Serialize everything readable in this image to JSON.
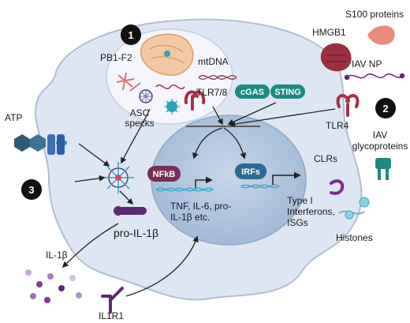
{
  "markers": {
    "one": "1",
    "two": "2",
    "three": "3"
  },
  "labels": {
    "pb1_f2": "PB1-F2",
    "mtdna": "mtDNA",
    "asc_line1": "ASC",
    "asc_line2": "specks",
    "tlr78": "TLR7/8",
    "cgas": "cGAS",
    "sting": "STING",
    "nfkb": "NFkB",
    "irfs": "IRFs",
    "cytokines_line1": "TNF, IL-6, pro-",
    "cytokines_line2": "IL-1β etc.",
    "interferons_line1": "Type I",
    "interferons_line2": "Interferons,",
    "interferons_line3": "ISGs",
    "clrs": "CLRs",
    "tlr4": "TLR4",
    "iav_gp_line1": "IAV",
    "iav_gp_line2": "glycoproteins",
    "histones": "Histones",
    "hmgb1": "HMGB1",
    "s100": "S100 proteins",
    "iav_np": "IAV NP",
    "atp": "ATP",
    "pro_il1b": "pro-IL-1β",
    "il1b": "IL-1β",
    "il1r1": "IL1R1"
  },
  "colors": {
    "cell_fill": "#dde6f2",
    "cell_stroke": "#aebfd4",
    "nucleus_fill": "#b3c7e0",
    "nfkb": "#7b2d55",
    "irfs": "#2b6a91",
    "sting": "#1d8a82",
    "tlr": "#a63046",
    "dna": "#3aa7c9",
    "marker": "#111111"
  }
}
